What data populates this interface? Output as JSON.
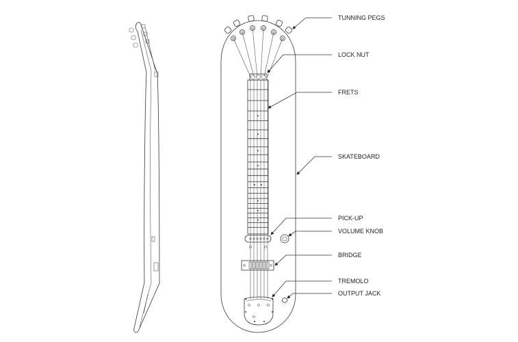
{
  "labels": {
    "tuning_pegs": "TUNNING PEGS",
    "lock_nut": "LOCK NUT",
    "frets": "FRETS",
    "skateboard": "SKATEBOARD",
    "pick_up": "PICK-UP",
    "volume_knob": "VOLUME KNOB",
    "bridge": "BRIDGE",
    "tremolo": "TREMOLO",
    "output_jack": "OUTPUT JACK"
  },
  "colors": {
    "line": "#333333",
    "background": "#ffffff"
  }
}
